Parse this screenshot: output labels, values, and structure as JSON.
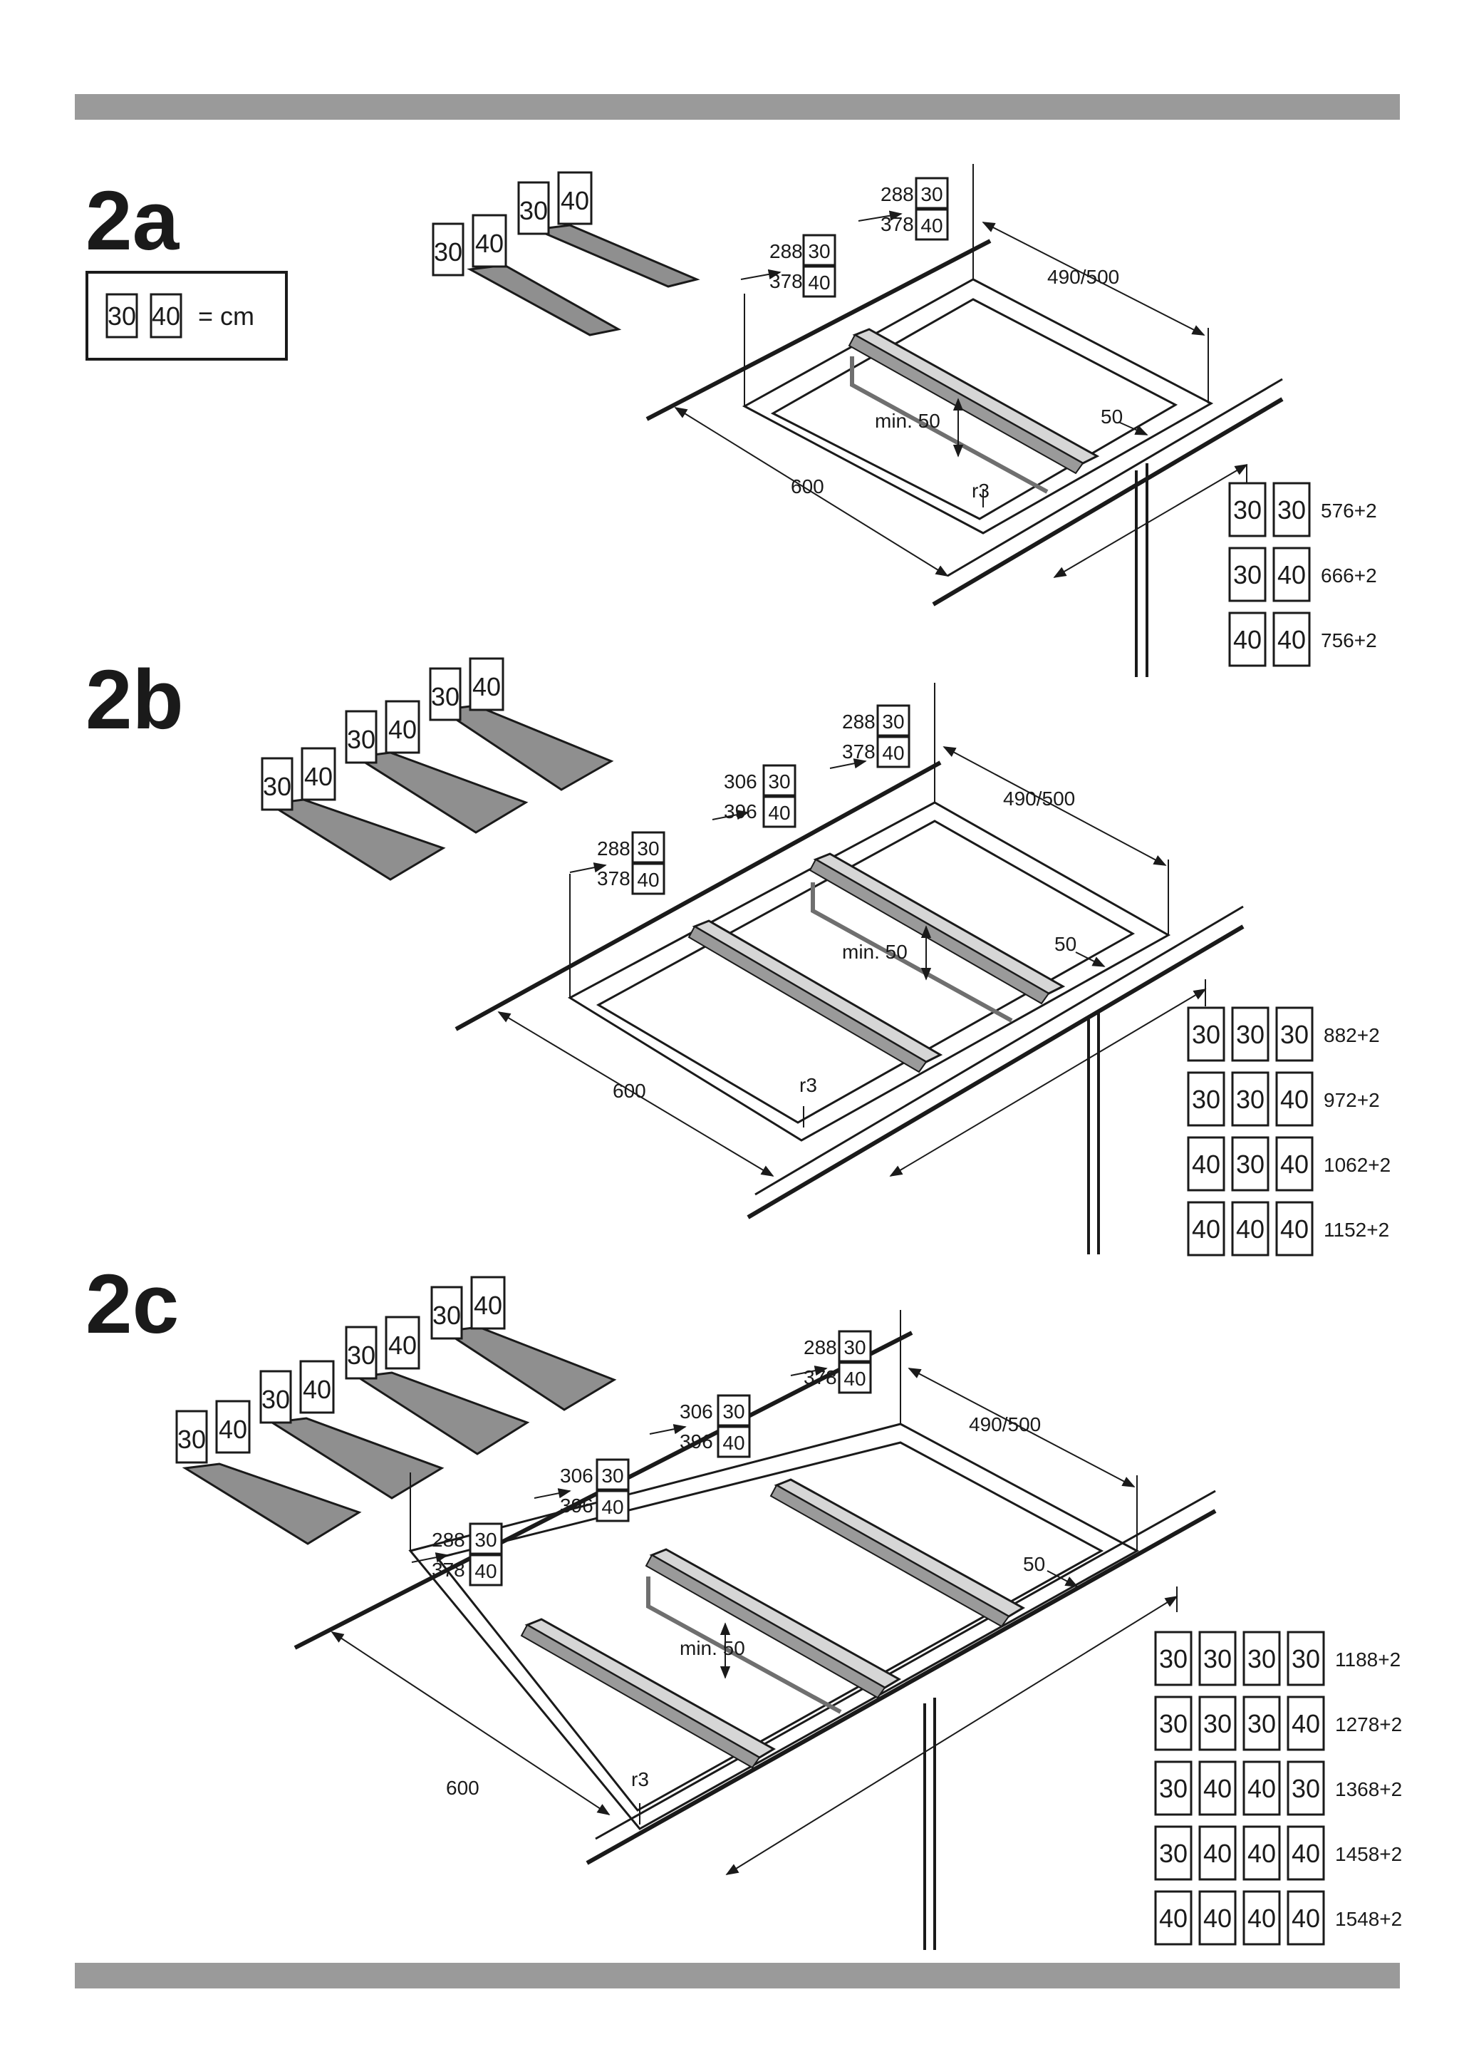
{
  "legend": {
    "left": "30",
    "right": "40",
    "unit": "= cm"
  },
  "sections": [
    {
      "id": "2a",
      "title": "2a",
      "hob_pairs": [
        [
          "30",
          "40"
        ],
        [
          "30",
          "40"
        ]
      ],
      "dimensions": {
        "width": "600",
        "depth": "490/500",
        "gap": "min. 50",
        "side": "50",
        "radius": "r3",
        "offsets": [
          {
            "a": "288",
            "a_box": "30",
            "b": "378",
            "b_box": "40"
          },
          {
            "a": "288",
            "a_box": "30",
            "b": "378",
            "b_box": "40"
          }
        ]
      },
      "combos": [
        {
          "boxes": [
            "30",
            "30"
          ],
          "value": "576+2"
        },
        {
          "boxes": [
            "30",
            "40"
          ],
          "value": "666+2"
        },
        {
          "boxes": [
            "40",
            "40"
          ],
          "value": "756+2"
        }
      ]
    },
    {
      "id": "2b",
      "title": "2b",
      "hob_pairs": [
        [
          "30",
          "40"
        ],
        [
          "30",
          "40"
        ],
        [
          "30",
          "40"
        ]
      ],
      "dimensions": {
        "width": "600",
        "depth": "490/500",
        "gap": "min. 50",
        "side": "50",
        "radius": "r3",
        "offsets": [
          {
            "a": "288",
            "a_box": "30",
            "b": "378",
            "b_box": "40"
          },
          {
            "a": "306",
            "a_box": "30",
            "b": "396",
            "b_box": "40"
          },
          {
            "a": "288",
            "a_box": "30",
            "b": "378",
            "b_box": "40"
          }
        ]
      },
      "combos": [
        {
          "boxes": [
            "30",
            "30",
            "30"
          ],
          "value": "882+2"
        },
        {
          "boxes": [
            "30",
            "30",
            "40"
          ],
          "value": "972+2"
        },
        {
          "boxes": [
            "40",
            "30",
            "40"
          ],
          "value": "1062+2"
        },
        {
          "boxes": [
            "40",
            "40",
            "40"
          ],
          "value": "1152+2"
        }
      ]
    },
    {
      "id": "2c",
      "title": "2c",
      "hob_pairs": [
        [
          "30",
          "40"
        ],
        [
          "30",
          "40"
        ],
        [
          "30",
          "40"
        ],
        [
          "30",
          "40"
        ]
      ],
      "dimensions": {
        "width": "600",
        "depth": "490/500",
        "gap": "min. 50",
        "side": "50",
        "radius": "r3",
        "offsets": [
          {
            "a": "288",
            "a_box": "30",
            "b": "378",
            "b_box": "40"
          },
          {
            "a": "306",
            "a_box": "30",
            "b": "396",
            "b_box": "40"
          },
          {
            "a": "306",
            "a_box": "30",
            "b": "396",
            "b_box": "40"
          },
          {
            "a": "288",
            "a_box": "30",
            "b": "378",
            "b_box": "40"
          }
        ]
      },
      "combos": [
        {
          "boxes": [
            "30",
            "30",
            "30",
            "30"
          ],
          "value": "1188+2"
        },
        {
          "boxes": [
            "30",
            "30",
            "30",
            "40"
          ],
          "value": "1278+2"
        },
        {
          "boxes": [
            "30",
            "40",
            "40",
            "30"
          ],
          "value": "1368+2"
        },
        {
          "boxes": [
            "30",
            "40",
            "40",
            "40"
          ],
          "value": "1458+2"
        },
        {
          "boxes": [
            "40",
            "40",
            "40",
            "40"
          ],
          "value": "1548+2"
        }
      ]
    }
  ],
  "colors": {
    "bar": "#9a9a9a",
    "hob": "#8f8f8f",
    "ink": "#1a1a1a",
    "rail": "#d6d6d6"
  }
}
